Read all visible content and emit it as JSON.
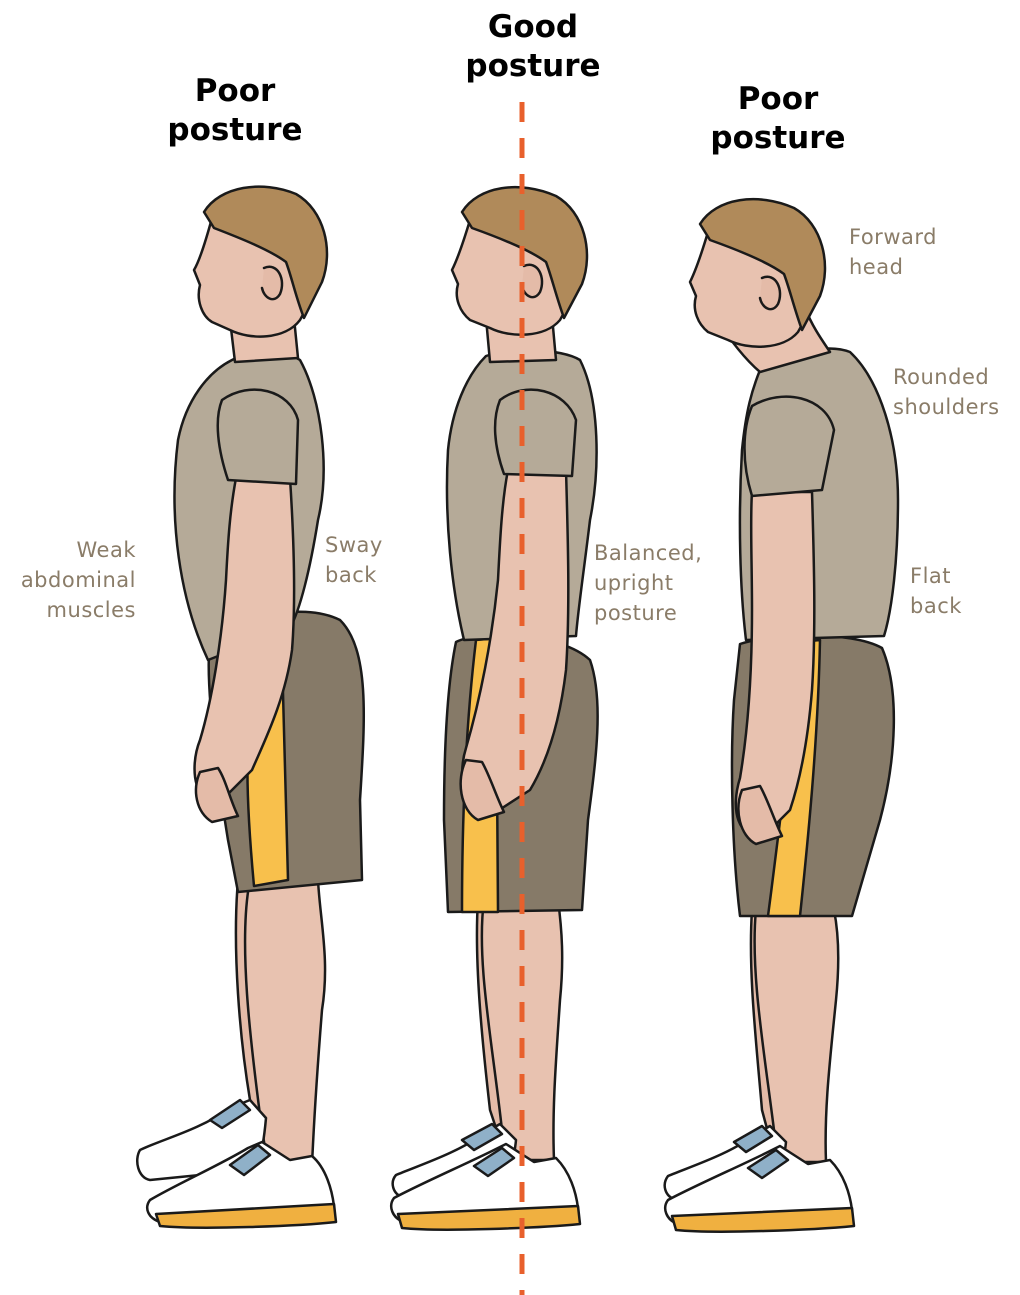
{
  "titles": {
    "left": [
      "Poor",
      "posture"
    ],
    "center": [
      "Good",
      "posture"
    ],
    "right": [
      "Poor",
      "posture"
    ]
  },
  "labels": {
    "weak_abdominal": [
      "Weak",
      "abdominal",
      "muscles"
    ],
    "sway_back": [
      "Sway",
      "back"
    ],
    "balanced": [
      "Balanced,",
      "upright",
      "posture"
    ],
    "forward_head": [
      "Forward",
      "head"
    ],
    "rounded_shoulders": [
      "Rounded",
      "shoulders"
    ],
    "flat_back": [
      "Flat",
      "back"
    ]
  },
  "colors": {
    "skin": "#e8c2b0",
    "hair": "#b08a5a",
    "shirt": "#b5aa98",
    "shorts": "#867a68",
    "stripe": "#f8c04c",
    "sole": "#f0b040",
    "shoe_accent": "#8fb0c8",
    "plumb_line": "#e8602c",
    "label_text": "#8a7c68"
  }
}
